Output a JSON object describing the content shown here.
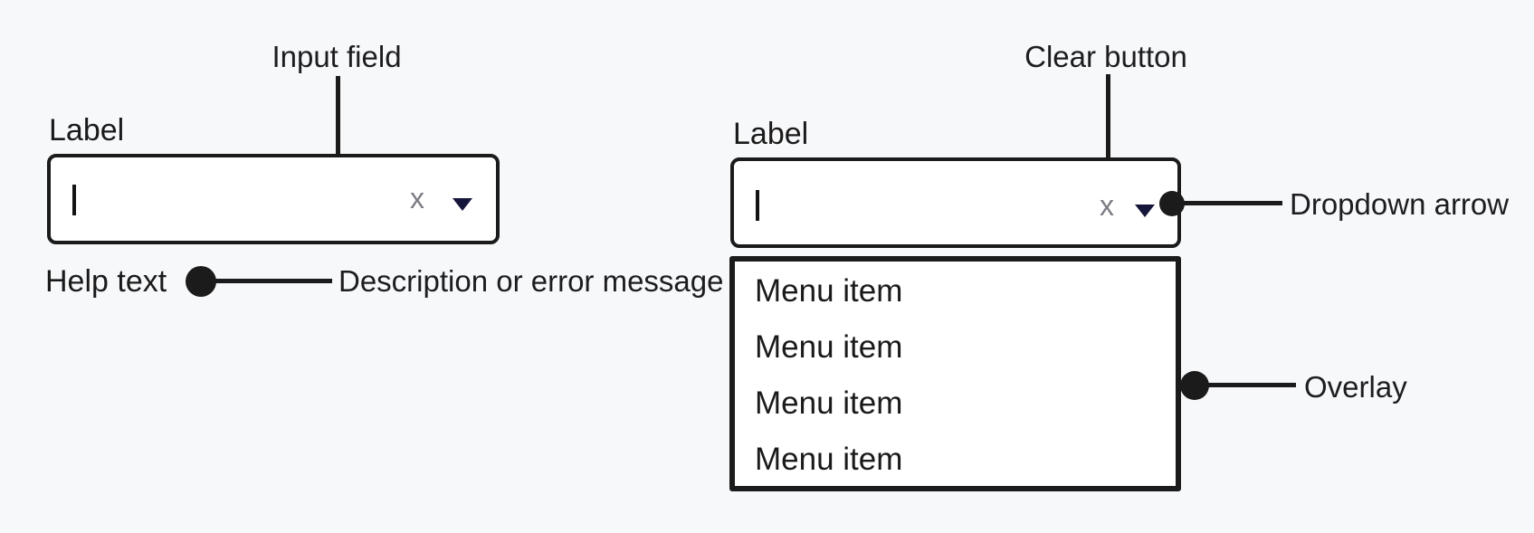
{
  "diagram": {
    "annotations": {
      "input_field": "Input field",
      "clear_button": "Clear button",
      "dropdown_arrow": "Dropdown arrow",
      "overlay": "Overlay",
      "help_description": "Description or error message"
    },
    "left_combobox": {
      "label": "Label",
      "clear_glyph": "x",
      "help_text": "Help text"
    },
    "right_combobox": {
      "label": "Label",
      "clear_glyph": "x",
      "menu_items": [
        "Menu item",
        "Menu item",
        "Menu item",
        "Menu item"
      ]
    },
    "colors": {
      "background": "#f7f8fa",
      "surface": "#ffffff",
      "ink": "#1b1b1b",
      "clear_gray": "#7c7c85",
      "arrow_navy": "#16163a"
    }
  }
}
